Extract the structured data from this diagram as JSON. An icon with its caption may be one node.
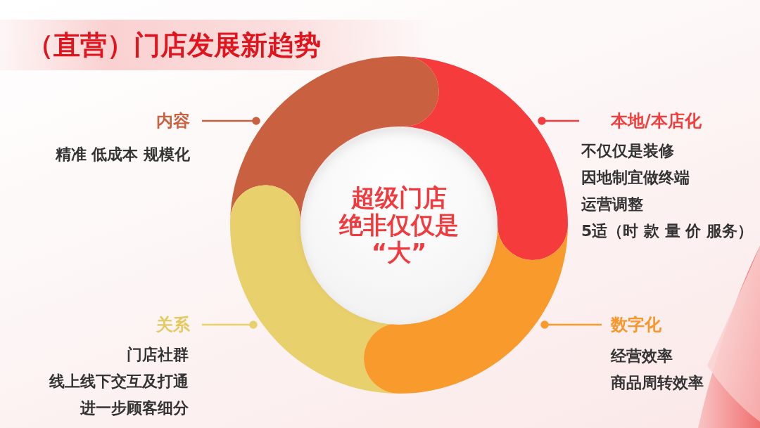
{
  "diagram": {
    "title": "（直营）门店发展新趋势",
    "nodes": [
      {
        "text": [
          "内容",
          "精准 低成本 规模化"
        ]
      },
      {
        "text": [
          "本地/本店化",
          "不仅仅是装修",
          "因地制宜做终端",
          "运营调整",
          "5适（时 款 量 价 服务）"
        ]
      },
      {
        "text": [
          "超级门店绝非仅仅是“大”"
        ]
      },
      {
        "text": [
          "关系",
          "门店社群",
          "线上线下交互及打通",
          "进一步顾客细分"
        ]
      },
      {
        "text": [
          "数字化",
          "经营效率",
          "商品周转效率"
        ]
      },
      {
        "text": [],
        "shape": "arc"
      },
      {
        "text": [],
        "shape": "arc"
      },
      {
        "text": [],
        "shape": "arc"
      },
      {
        "text": [],
        "shape": "arc"
      }
    ],
    "edges": [
      {
        "from": 0,
        "to": 5,
        "arrow": "other",
        "color": "#c9603f"
      },
      {
        "from": 1,
        "to": 6,
        "arrow": "other",
        "color": "#f53b3b"
      },
      {
        "from": 3,
        "to": 7,
        "arrow": "other",
        "color": "#e8d06c"
      },
      {
        "from": 4,
        "to": 8,
        "arrow": "other",
        "color": "#f99b2c"
      }
    ]
  }
}
